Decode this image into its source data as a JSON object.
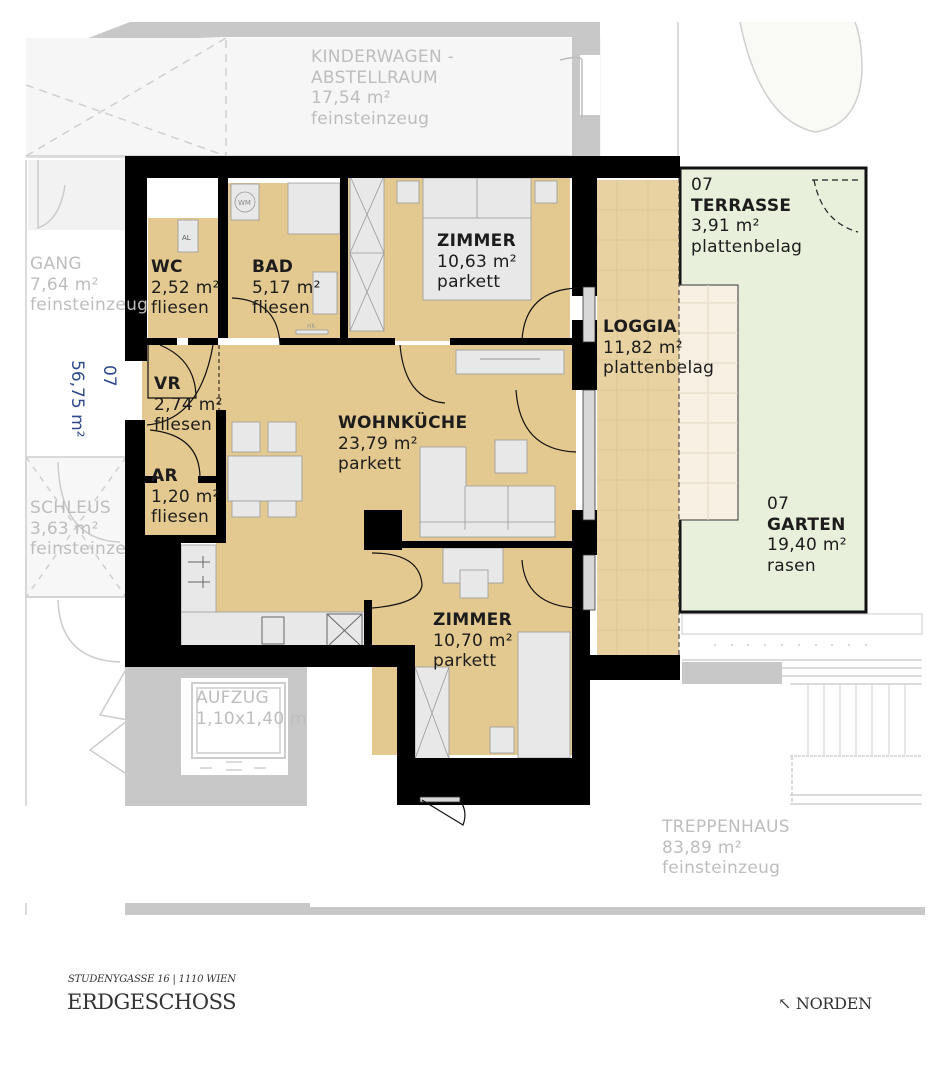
{
  "plan": {
    "unit_number": "07",
    "unit_area": "56,75 m²",
    "colors": {
      "interior_floor": "#e3c98f",
      "garden": "#e8f0dc",
      "loggia": "#e8d2a2",
      "wall": "#000000",
      "neighbor_wall": "#c8c8c8",
      "neighbor_text": "#bdbdbd",
      "unit_label": "#2f4a8a"
    },
    "rooms": [
      {
        "id": "wc",
        "name": "WC",
        "area": "2,52 m²",
        "floor": "fliesen"
      },
      {
        "id": "bad",
        "name": "BAD",
        "area": "5,17 m²",
        "floor": "fliesen"
      },
      {
        "id": "zimmer1",
        "name": "ZIMMER",
        "area": "10,63 m²",
        "floor": "parkett"
      },
      {
        "id": "vr",
        "name": "VR",
        "area": "2,74 m²",
        "floor": "fliesen"
      },
      {
        "id": "ar",
        "name": "AR",
        "area": "1,20 m²",
        "floor": "fliesen"
      },
      {
        "id": "wohnkueche",
        "name": "WOHNKÜCHE",
        "area": "23,79 m²",
        "floor": "parkett"
      },
      {
        "id": "zimmer2",
        "name": "ZIMMER",
        "area": "10,70 m²",
        "floor": "parkett"
      },
      {
        "id": "loggia",
        "name": "LOGGIA",
        "area": "11,82 m²",
        "floor": "plattenbelag"
      },
      {
        "id": "terrasse",
        "number": "07",
        "name": "TERRASSE",
        "area": "3,91 m²",
        "floor": "plattenbelag"
      },
      {
        "id": "garten",
        "number": "07",
        "name": "GARTEN",
        "area": "19,40 m²",
        "floor": "rasen"
      }
    ],
    "neighbors": [
      {
        "id": "kinderwagen",
        "name": "KINDERWAGEN -",
        "name2": "ABSTELLRAUM",
        "area": "17,54 m²",
        "floor": "feinsteinzeug"
      },
      {
        "id": "gang",
        "name": "GANG",
        "area": "7,64 m²",
        "floor": "feinsteinzeug"
      },
      {
        "id": "schleuse",
        "name": "SCHLEUS",
        "area": "3,63 m²",
        "floor": "feinsteinze"
      },
      {
        "id": "aufzug",
        "name": "AUFZUG",
        "area": "1,10x1,40 m"
      },
      {
        "id": "treppenhaus",
        "name": "TREPPENHAUS",
        "area": "83,89 m²",
        "floor": "feinsteinzeug"
      }
    ],
    "fixtures": {
      "wm": "WM",
      "al": "AL",
      "hk": "HK"
    }
  },
  "footer": {
    "address": "STUDENYGASSE 16 | 1110 WIEN",
    "floor_title": "ERDGESCHOSS",
    "north_arrow": "↖",
    "north_label": "NORDEN"
  }
}
